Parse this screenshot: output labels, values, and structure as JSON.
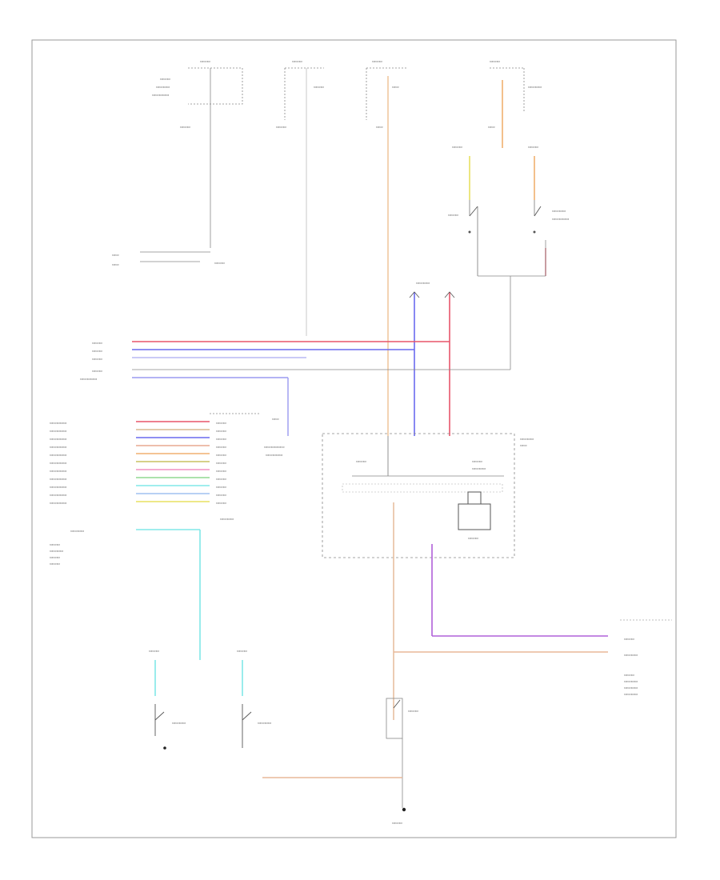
{
  "page_footer": "",
  "wire_colors": {
    "red": "#e8556a",
    "blue": "#6a6aee",
    "light_blue": "#9aaaf0",
    "orange": "#f0a870",
    "tan": "#e8c0a0",
    "cyan": "#80e8e8",
    "purple": "#b060d8",
    "yellow": "#e8e060",
    "gray": "#999999",
    "pink": "#f090c0",
    "green": "#90d890",
    "brown": "#d8b890"
  },
  "components": [
    {
      "id": "fuse-block-1",
      "label": ""
    },
    {
      "id": "fuse-block-2",
      "label": ""
    },
    {
      "id": "fuse-block-3",
      "label": ""
    },
    {
      "id": "fuse-block-4",
      "label": ""
    },
    {
      "id": "ignition-switch",
      "label": ""
    },
    {
      "id": "seat-switch",
      "label": ""
    },
    {
      "id": "combination-meter",
      "label": ""
    },
    {
      "id": "unified-meter-control-unit",
      "label": ""
    },
    {
      "id": "buzzer",
      "label": ""
    },
    {
      "id": "seat-belt-buckle-switch-lh",
      "label": ""
    },
    {
      "id": "seat-belt-buckle-switch-rh",
      "label": ""
    },
    {
      "id": "seat-belt-buckle-switch-driver",
      "label": ""
    },
    {
      "id": "bcm",
      "label": ""
    },
    {
      "id": "occupant-sensor",
      "label": ""
    },
    {
      "id": "ground",
      "label": ""
    }
  ]
}
